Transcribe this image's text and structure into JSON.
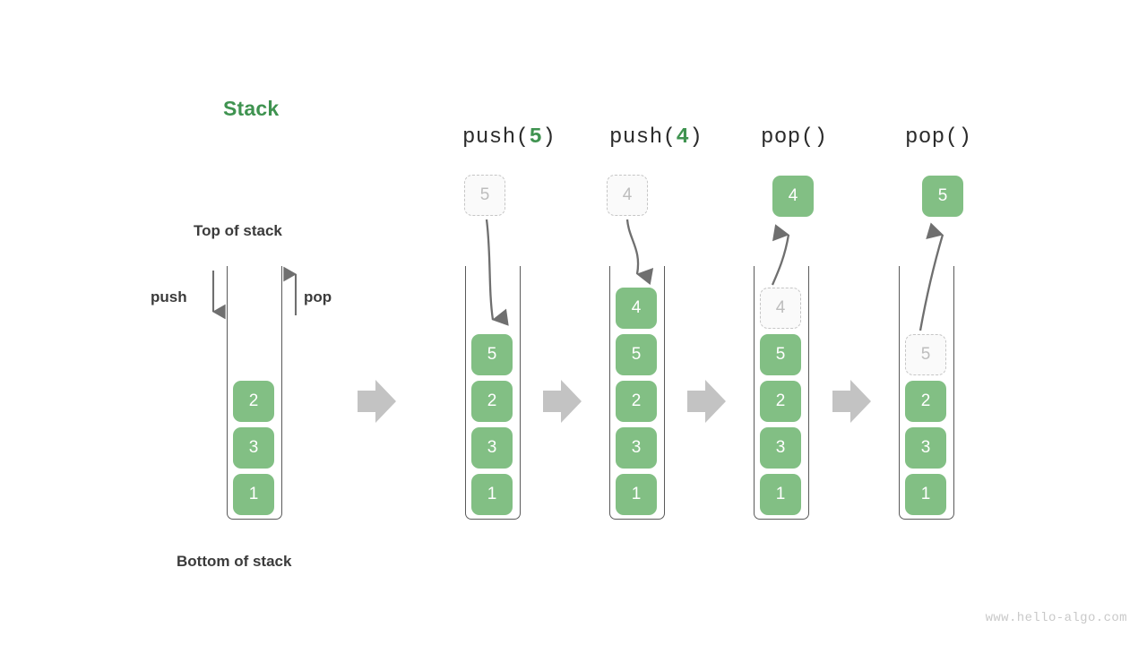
{
  "title": "Stack",
  "theme": {
    "element_fill": "#82bf84",
    "element_text": "#ffffff",
    "ghost_fill": "#fafafa",
    "ghost_border": "#c6c6c6",
    "ghost_text": "#bdbdbd",
    "title_color": "#3f9350",
    "label_color": "#3b3b3b",
    "container_stroke": "#5a5a5a",
    "flow_arrow_color": "#c3c3c3",
    "op_arrow_color": "#6f6f6f",
    "watermark_color": "#c9c9c9"
  },
  "annotations": {
    "top_of_stack": "Top of stack",
    "bottom_of_stack": "Bottom of stack",
    "push": "push",
    "pop": "pop"
  },
  "watermark": "www.hello-algo.com",
  "stages": [
    {
      "id": "initial",
      "op_name": "",
      "op_arg": "",
      "stack": [
        "2",
        "3",
        "1"
      ],
      "external_box": null,
      "ghost_index": null
    },
    {
      "id": "push-5",
      "op_name": "push(",
      "op_arg": "5",
      "op_close": ")",
      "stack": [
        "5",
        "2",
        "3",
        "1"
      ],
      "external_box": {
        "value": "5",
        "style": "ghost"
      },
      "ghost_index": null
    },
    {
      "id": "push-4",
      "op_name": "push(",
      "op_arg": "4",
      "op_close": ")",
      "stack": [
        "4",
        "5",
        "2",
        "3",
        "1"
      ],
      "external_box": {
        "value": "4",
        "style": "ghost"
      },
      "ghost_index": null
    },
    {
      "id": "pop-1",
      "op_name": "pop(",
      "op_arg": "",
      "op_close": ")",
      "stack": [
        "4",
        "5",
        "2",
        "3",
        "1"
      ],
      "external_box": {
        "value": "4",
        "style": "solid"
      },
      "ghost_index": 0
    },
    {
      "id": "pop-2",
      "op_name": "pop(",
      "op_arg": "",
      "op_close": ")",
      "stack": [
        "5",
        "2",
        "3",
        "1"
      ],
      "external_box": {
        "value": "5",
        "style": "solid"
      },
      "ghost_index": 0
    }
  ],
  "cells": {
    "initial": [
      "2",
      "3",
      "1"
    ],
    "push5": [
      "5",
      "2",
      "3",
      "1"
    ],
    "push4": [
      "4",
      "5",
      "2",
      "3",
      "1"
    ],
    "pop1": [
      "4",
      "5",
      "2",
      "3",
      "1"
    ],
    "pop2": [
      "5",
      "2",
      "3",
      "1"
    ]
  },
  "external": {
    "push5": "5",
    "push4": "4",
    "pop1": "4",
    "pop2": "5"
  },
  "op_labels": {
    "push5_pre": "push(",
    "push5_arg": "5",
    "push5_post": ")",
    "push4_pre": "push(",
    "push4_arg": "4",
    "push4_post": ")",
    "pop1_pre": "pop(",
    "pop1_arg": "",
    "pop1_post": ")",
    "pop2_pre": "pop(",
    "pop2_arg": "",
    "pop2_post": ")"
  }
}
